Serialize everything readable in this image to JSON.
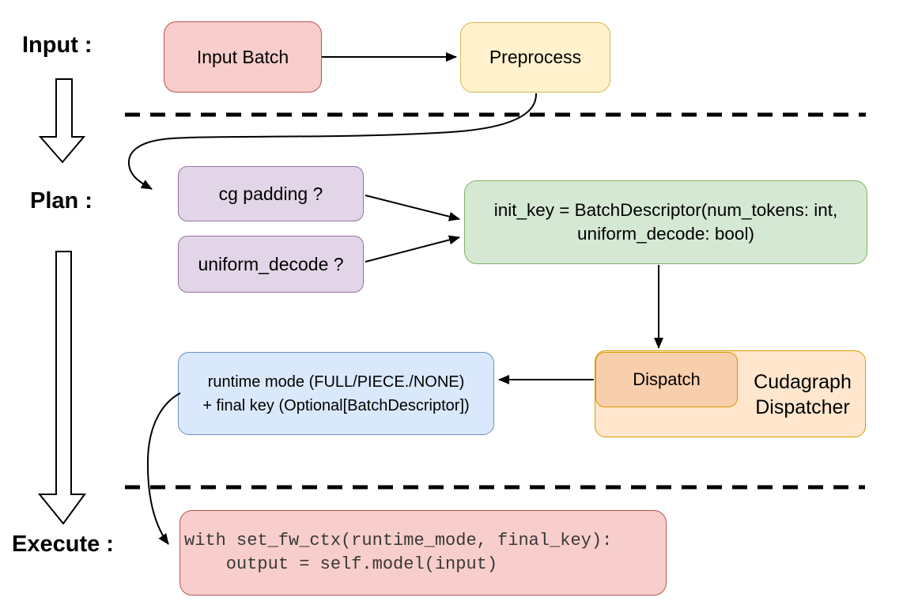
{
  "stage_labels": {
    "input": "Input :",
    "plan": "Plan :",
    "execute": "Execute :"
  },
  "nodes": {
    "input_batch": {
      "label": "Input Batch"
    },
    "preprocess": {
      "label": "Preprocess"
    },
    "cg_padding": {
      "label": "cg padding ?"
    },
    "uniform_decode": {
      "label": "uniform_decode ?"
    },
    "init_key": {
      "line1": "init_key = BatchDescriptor(num_tokens: int,",
      "line2": "uniform_decode: bool)"
    },
    "dispatch": {
      "label": "Dispatch"
    },
    "cudagraph_dispatcher": {
      "line1": "Cudagraph",
      "line2": "Dispatcher"
    },
    "runtime_mode": {
      "line1": "runtime mode (FULL/PIECE./NONE)",
      "line2": "+ final key (Optional[BatchDescriptor])"
    },
    "execute_code": {
      "line1": "with set_fw_ctx(runtime_mode, final_key):",
      "line2": "    output = self.model(input)"
    }
  },
  "colors": {
    "red_fill": "#f8cecc",
    "red_stroke": "#b85450",
    "yellow_fill": "#fff2cc",
    "yellow_stroke": "#d6b656",
    "purple_fill": "#e1d5e7",
    "purple_stroke": "#9673a6",
    "green_fill": "#d5e8d4",
    "green_stroke": "#82b366",
    "blue_fill": "#dae8fc",
    "blue_stroke": "#6c8ebf",
    "orange_fill": "#ffe6cc",
    "orange_stroke": "#d79b00",
    "peach_fill": "#f8cfad",
    "arrow": "#000000",
    "background": "#ffffff"
  }
}
